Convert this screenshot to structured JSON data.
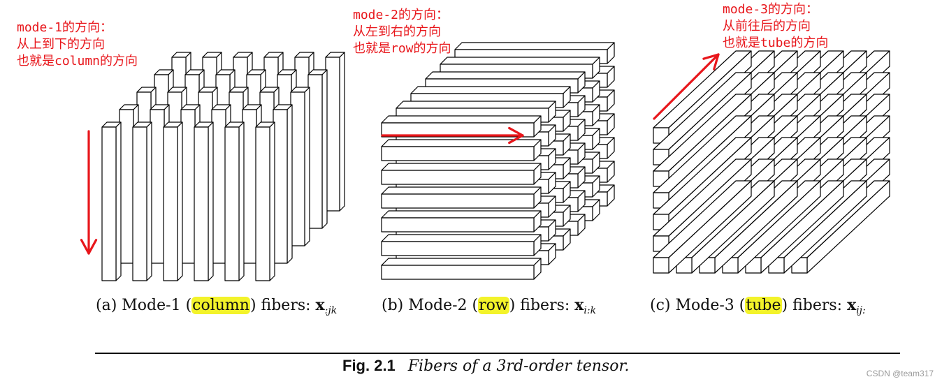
{
  "annotations": {
    "mode1": [
      "mode-1的方向：",
      "从上到下的方向",
      "也就是column的方向"
    ],
    "mode2": [
      "mode-2的方向：",
      "从左到右的方向",
      "也就是row的方向"
    ],
    "mode3": [
      "mode-3的方向：",
      "从前往后的方向",
      "也就是tube的方向"
    ]
  },
  "captions": {
    "a": {
      "prefix": "(a)  Mode-1 (",
      "highlight": "column",
      "suffix": ") fibers: ",
      "symbol": "x",
      "subscript": ":jk"
    },
    "b": {
      "prefix": "(b)  Mode-2 (",
      "highlight": "row",
      "suffix": ") fibers: ",
      "symbol": "x",
      "subscript": "i:k"
    },
    "c": {
      "prefix": "(c)  Mode-3 (",
      "highlight": "tube",
      "suffix": ") fibers: ",
      "symbol": "x",
      "subscript": "ij:"
    }
  },
  "figure": {
    "label": "Fig. 2.1",
    "title": "Fibers of a 3rd-order tensor."
  },
  "watermark": "CSDN @team317",
  "colors": {
    "arrow": "#e8161b",
    "highlight": "#f3f32a",
    "fiber_stroke": "#000000",
    "fiber_fill": "#ffffff"
  }
}
